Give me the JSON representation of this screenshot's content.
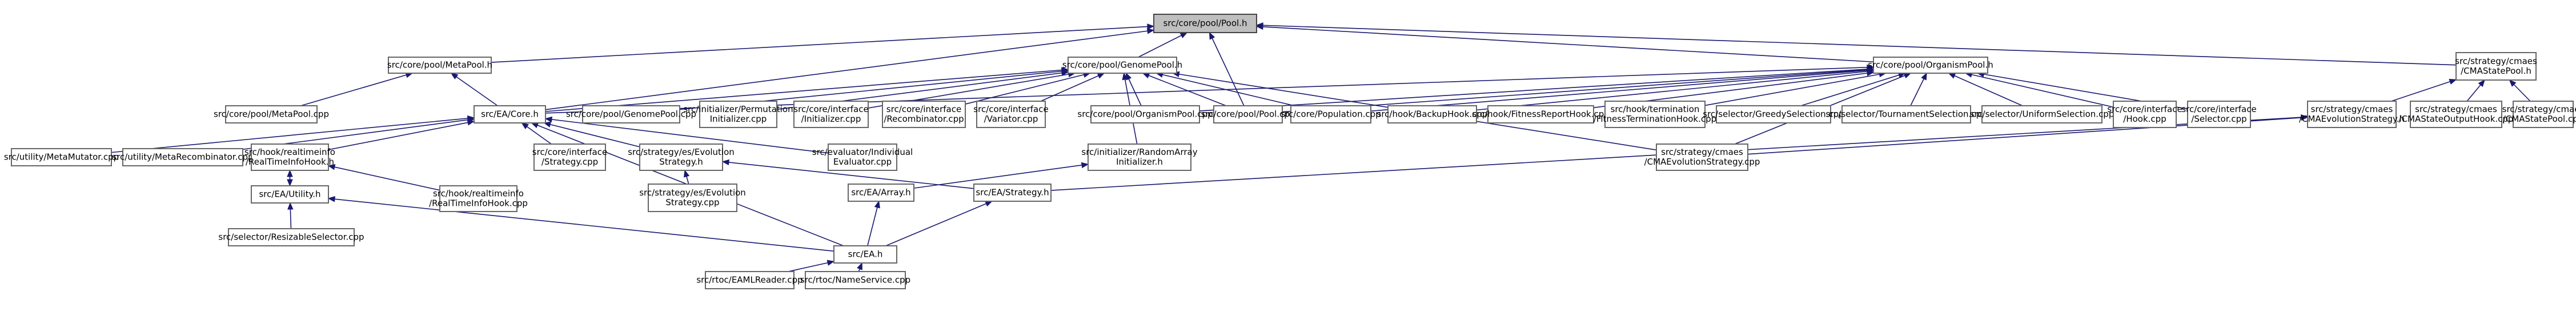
{
  "diagram": {
    "nodes": [
      {
        "id": "pool",
        "lines": [
          "src/core/pool/Pool.h"
        ],
        "root": true
      },
      {
        "id": "metapool_h",
        "lines": [
          "src/core/pool/MetaPool.h"
        ]
      },
      {
        "id": "genomepool_h",
        "lines": [
          "src/core/pool/GenomePool.h"
        ]
      },
      {
        "id": "organismpool_h",
        "lines": [
          "src/core/pool/OrganismPool.h"
        ]
      },
      {
        "id": "cmastatepool_h",
        "lines": [
          "src/strategy/cmaes",
          "/CMAStatePool.h"
        ]
      },
      {
        "id": "metapool_cpp",
        "lines": [
          "src/core/pool/MetaPool.cpp"
        ]
      },
      {
        "id": "core_h",
        "lines": [
          "src/EA/Core.h"
        ]
      },
      {
        "id": "genomepool_cpp",
        "lines": [
          "src/core/pool/GenomePool.cpp"
        ]
      },
      {
        "id": "permutation_init",
        "lines": [
          "src/initializer/Permutation",
          "Initializer.cpp"
        ]
      },
      {
        "id": "iface_initializer",
        "lines": [
          "src/core/interface",
          "/Initializer.cpp"
        ]
      },
      {
        "id": "iface_recombinator",
        "lines": [
          "src/core/interface",
          "/Recombinator.cpp"
        ]
      },
      {
        "id": "iface_variator",
        "lines": [
          "src/core/interface",
          "/Variator.cpp"
        ]
      },
      {
        "id": "organismpool_cpp",
        "lines": [
          "src/core/pool/OrganismPool.cpp"
        ]
      },
      {
        "id": "pool_cpp",
        "lines": [
          "src/core/pool/Pool.cpp"
        ]
      },
      {
        "id": "population_cpp",
        "lines": [
          "src/core/Population.cpp"
        ]
      },
      {
        "id": "backuphook",
        "lines": [
          "src/hook/BackupHook.cpp"
        ]
      },
      {
        "id": "fitnessreporthook",
        "lines": [
          "src/hook/FitnessReportHook.cpp"
        ]
      },
      {
        "id": "fitnessterminationhook",
        "lines": [
          "src/hook/termination",
          "/FitnessTerminationHook.cpp"
        ]
      },
      {
        "id": "greedyselection",
        "lines": [
          "src/selector/GreedySelection.cpp"
        ]
      },
      {
        "id": "tournamentselection",
        "lines": [
          "src/selector/TournamentSelection.cpp"
        ]
      },
      {
        "id": "uniformselection",
        "lines": [
          "src/selector/UniformSelection.cpp"
        ]
      },
      {
        "id": "iface_hook",
        "lines": [
          "src/core/interface",
          "/Hook.cpp"
        ]
      },
      {
        "id": "iface_selector",
        "lines": [
          "src/core/interface",
          "/Selector.cpp"
        ]
      },
      {
        "id": "cmaevo_h",
        "lines": [
          "src/strategy/cmaes",
          "/CMAEvolutionStrategy.h"
        ]
      },
      {
        "id": "cmastateoutputhook",
        "lines": [
          "src/strategy/cmaes",
          "/CMAStateOutputHook.cpp"
        ]
      },
      {
        "id": "cmastatepool_cpp",
        "lines": [
          "src/strategy/cmaes",
          "/CMAStatePool.cpp"
        ]
      },
      {
        "id": "metamutator",
        "lines": [
          "src/utility/MetaMutator.cpp"
        ]
      },
      {
        "id": "metarecombinator",
        "lines": [
          "src/utility/MetaRecombinator.cpp"
        ]
      },
      {
        "id": "realtimeinfohook_h",
        "lines": [
          "src/hook/realtimeinfo",
          "/RealTimeInfoHook.h"
        ]
      },
      {
        "id": "iface_strategy",
        "lines": [
          "src/core/interface",
          "/Strategy.cpp"
        ]
      },
      {
        "id": "evostrategy_h",
        "lines": [
          "src/strategy/es/Evolution",
          "Strategy.h"
        ]
      },
      {
        "id": "individualevaluator",
        "lines": [
          "src/evaluator/Individual",
          "Evaluator.cpp"
        ]
      },
      {
        "id": "randomarray_h",
        "lines": [
          "src/initializer/RandomArray",
          "Initializer.h"
        ]
      },
      {
        "id": "cmaevo_cpp",
        "lines": [
          "src/strategy/cmaes",
          "/CMAEvolutionStrategy.cpp"
        ]
      },
      {
        "id": "utility_h",
        "lines": [
          "src/EA/Utility.h"
        ]
      },
      {
        "id": "realtimeinfohook_cpp",
        "lines": [
          "src/hook/realtimeinfo",
          "/RealTimeInfoHook.cpp"
        ]
      },
      {
        "id": "evostrategy_cpp",
        "lines": [
          "src/strategy/es/Evolution",
          "Strategy.cpp"
        ]
      },
      {
        "id": "array_h",
        "lines": [
          "src/EA/Array.h"
        ]
      },
      {
        "id": "strategy_h",
        "lines": [
          "src/EA/Strategy.h"
        ]
      },
      {
        "id": "resizableselector",
        "lines": [
          "src/selector/ResizableSelector.cpp"
        ]
      },
      {
        "id": "ea_h",
        "lines": [
          "src/EA.h"
        ]
      },
      {
        "id": "eamlreader",
        "lines": [
          "src/rtoc/EAMLReader.cpp"
        ]
      },
      {
        "id": "nameservice",
        "lines": [
          "src/rtoc/NameService.cpp"
        ]
      }
    ]
  }
}
